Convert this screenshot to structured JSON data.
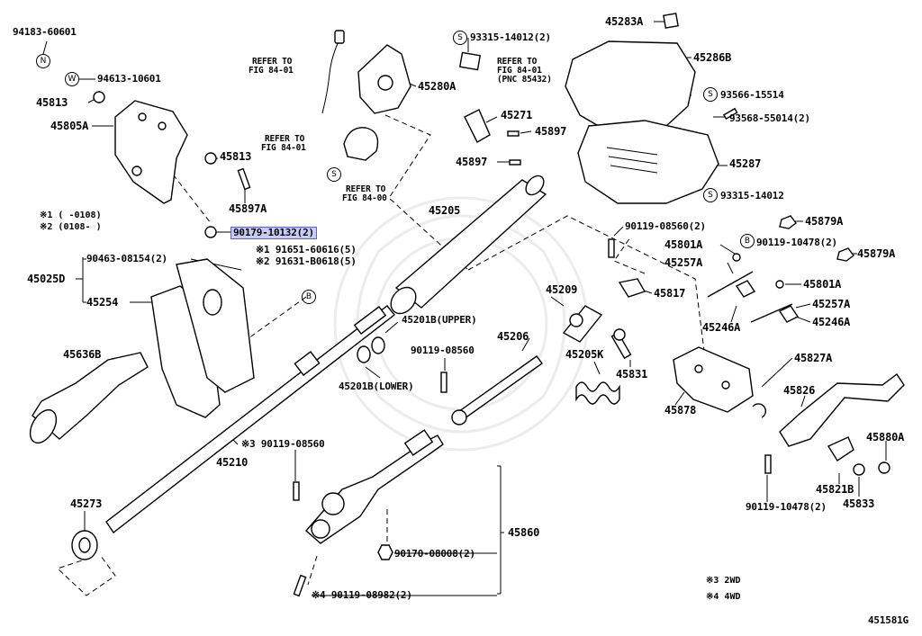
{
  "diagram_id": "451581G",
  "markers": {
    "s": "S",
    "w": "W",
    "n": "N",
    "b": "B"
  },
  "notes": {
    "n1": "※1 (        -0108)",
    "n2": "※2 (0108-        )",
    "n3": "※3  2WD",
    "n4": "※4  4WD"
  },
  "labels": {
    "l94183": "94183-60601",
    "l94613": "94613-10601",
    "l45813a": "45813",
    "l45805a": "45805A",
    "l45813b": "45813",
    "l45897a": "45897A",
    "l90179": "90179-10132(2)",
    "l90463": "90463-08154(2)",
    "l45025d": "45025D",
    "l45254": "45254",
    "l91651": "※1 91651-60616(5)",
    "l91631": "※2 91631-B0618(5)",
    "l45636b": "45636B",
    "l45210": "45210",
    "l45273": "45273",
    "l90119_08560a": "※3 90119-08560",
    "refer1a": "REFER TO",
    "refer1b": "FIG 84-01",
    "refer2a": "REFER TO",
    "refer2b": "FIG 84-01",
    "refer3a": "REFER TO",
    "refer3b": "FIG 84-00",
    "l45280a": "45280A",
    "l93315a": "93315-14012(2)",
    "refer4a": "REFER TO",
    "refer4b": "FIG 84-01",
    "refer4c": "(PNC 85432)",
    "l45271": "45271",
    "l45897b": "45897",
    "l45897c": "45897",
    "l45205": "45205",
    "l45201b_u": "45201B(UPPER)",
    "l45201b_l": "45201B(LOWER)",
    "l90119_08560b": "90119-08560",
    "l45206": "45206",
    "l45209": "45209",
    "l45205k": "45205K",
    "l45831": "45831",
    "l45860": "45860",
    "l90170": "90170-08008(2)",
    "l90119_08982": "※4  90119-08982(2)",
    "l45283a": "45283A",
    "l45286b": "45286B",
    "l93566": "93566-15514",
    "l93568": "93568-55014(2)",
    "l45287": "45287",
    "l93315b": "93315-14012",
    "l90119_08560c": "90119-08560(2)",
    "l45879a_1": "45879A",
    "l45801a_1": "45801A",
    "l90119_10478a": "90119-10478(2)",
    "l45879a_2": "45879A",
    "l45257a_1": "45257A",
    "l45817": "45817",
    "l45801a_2": "45801A",
    "l45257a_2": "45257A",
    "l45246a_1": "45246A",
    "l45246a_2": "45246A",
    "l45878": "45878",
    "l45827a": "45827A",
    "l45826": "45826",
    "l45880a": "45880A",
    "l45821b": "45821B",
    "l45833": "45833",
    "l90119_10478b": "90119-10478(2)",
    "code": "451581G"
  }
}
